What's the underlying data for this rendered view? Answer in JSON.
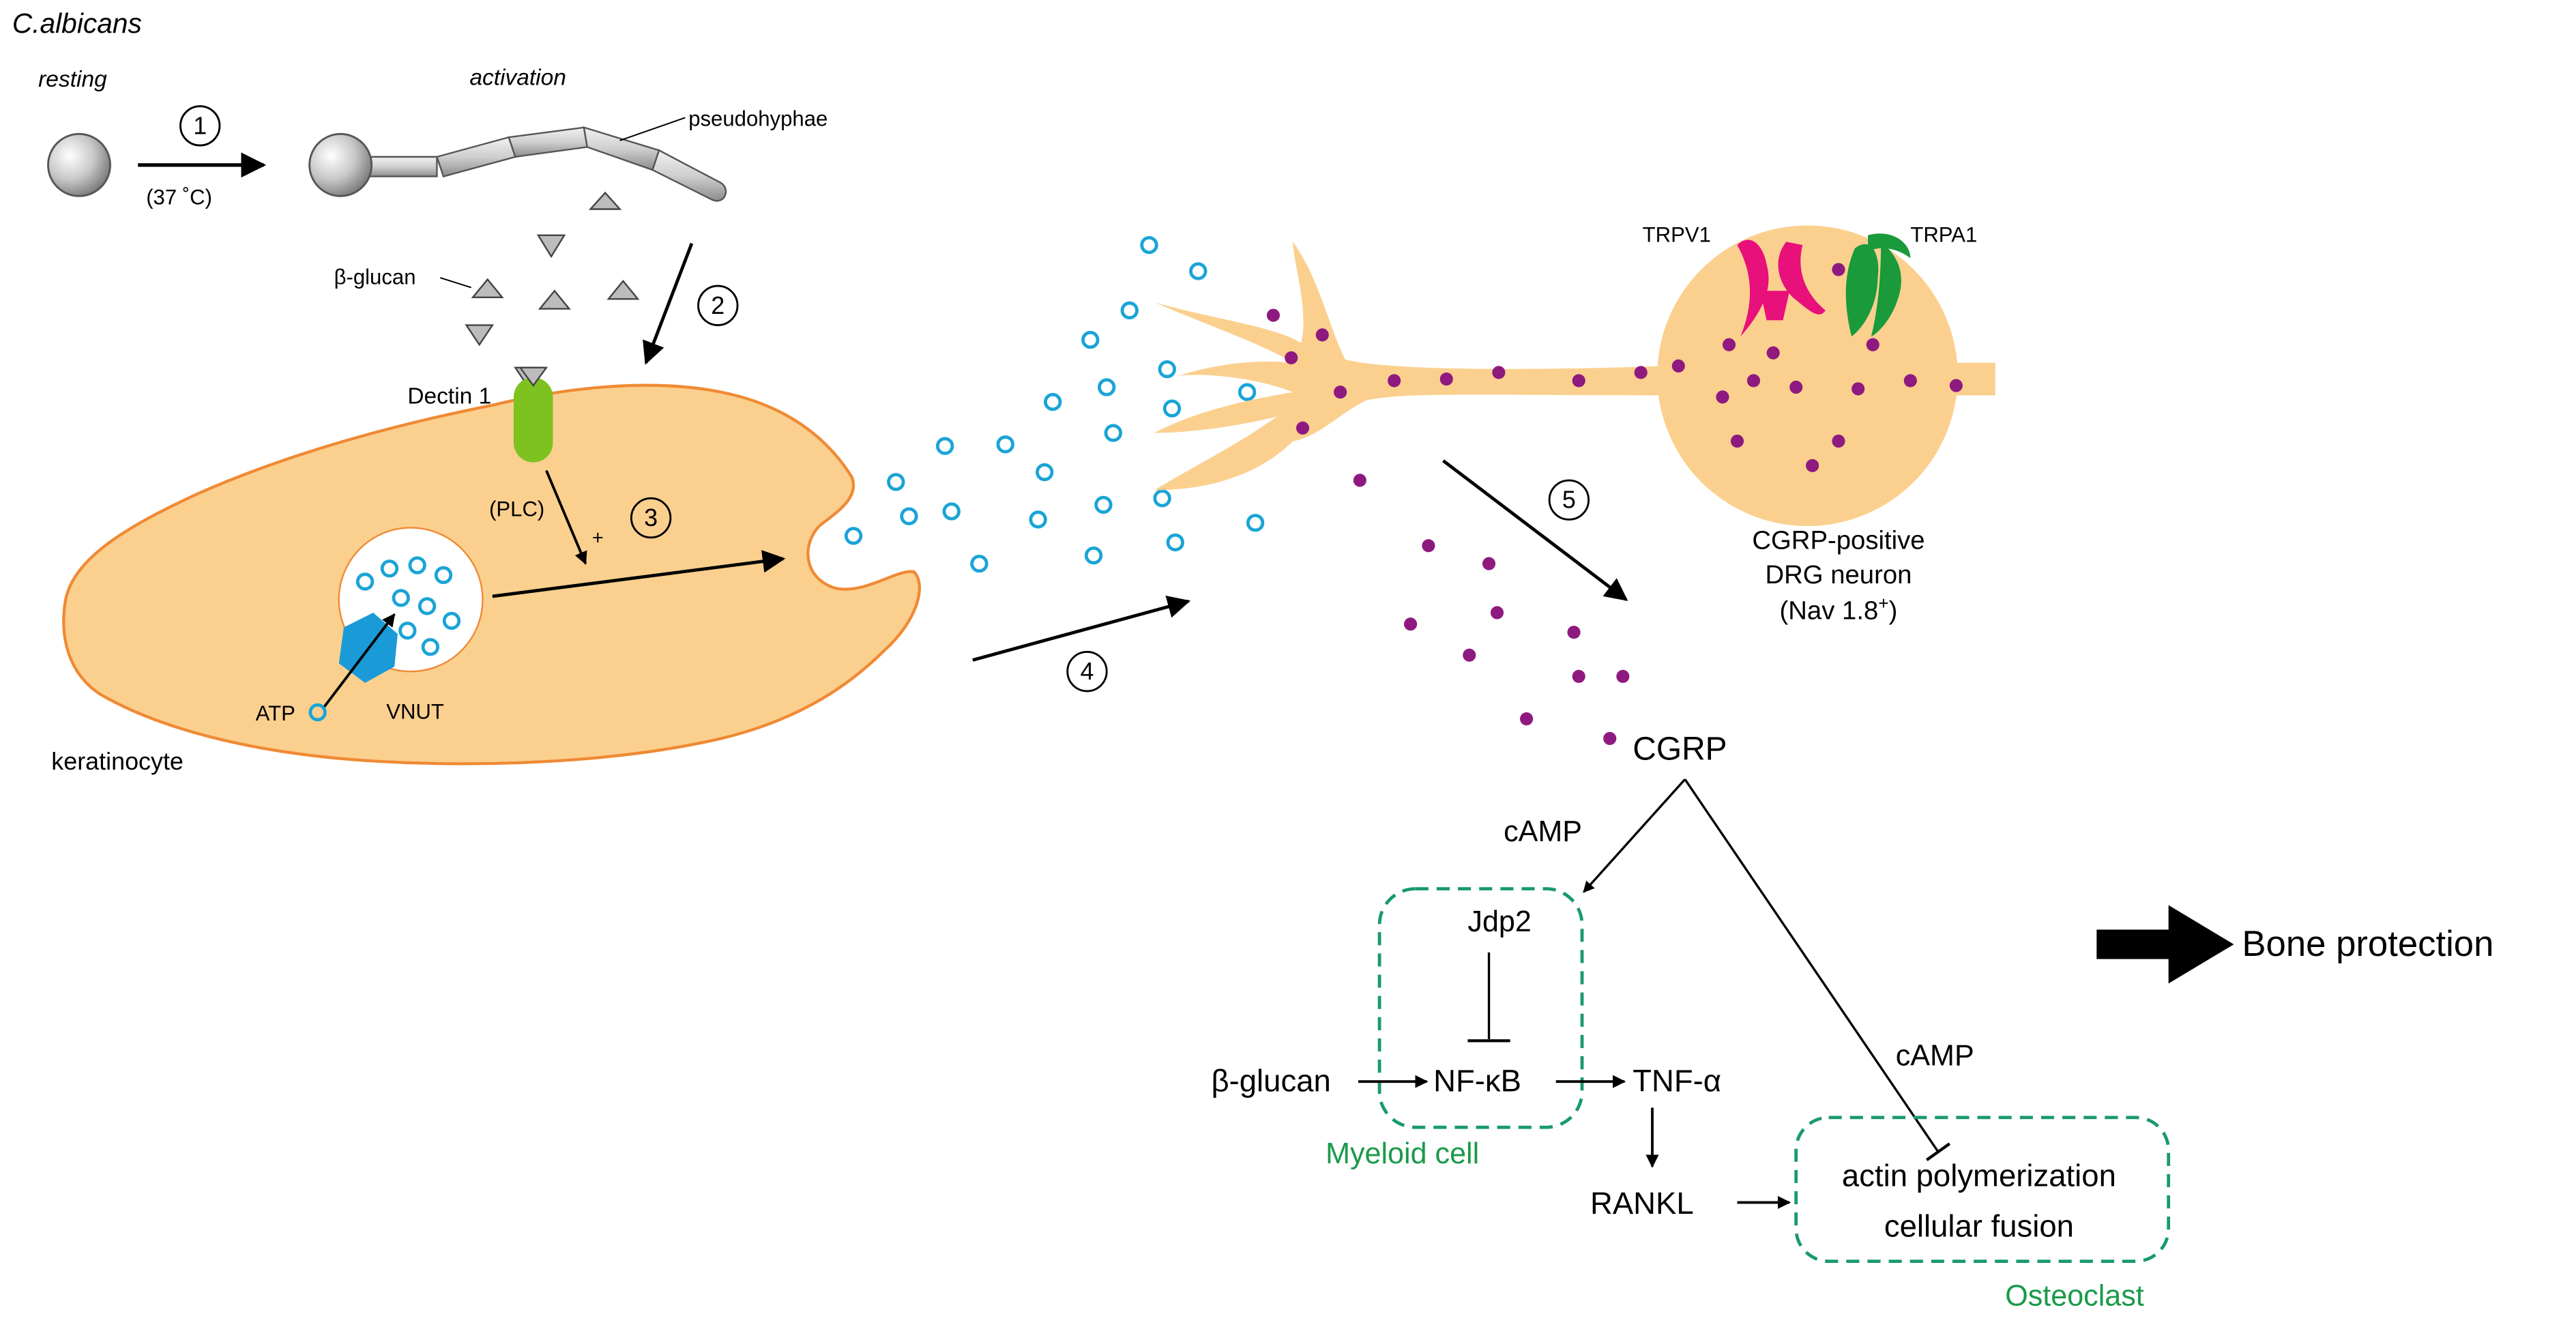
{
  "organism": {
    "name": "C.albicans",
    "stage_resting": "resting",
    "stage_activation": "activation",
    "temperature": "(37 ˚C)",
    "pseudohyphae": "pseudohyphae"
  },
  "steps": {
    "s1": "1",
    "s2": "2",
    "s3": "3",
    "s4": "4",
    "s5": "5"
  },
  "labels": {
    "beta_glucan_top": "β-glucan",
    "dectin": "Dectin 1",
    "plc": "(PLC)",
    "plus": "+",
    "atp": "ATP",
    "vnut": "VNUT",
    "keratinocyte": "keratinocyte",
    "trpv1": "TRPV1",
    "trpa1": "TRPA1",
    "neuron_line1": "CGRP-positive",
    "neuron_line2": "DRG neuron",
    "neuron_line3": "(Nav 1.8",
    "neuron_sup": "+",
    "neuron_close": ")",
    "cgrp": "CGRP",
    "camp_left": "cAMP",
    "camp_right": "cAMP",
    "jdp2": "Jdp2",
    "nfkb": "NF-κB",
    "beta_glucan_bottom": "β-glucan",
    "tnf": "TNF-α",
    "rankl": "RANKL",
    "myeloid": "Myeloid cell",
    "actin": "actin polymerization",
    "fusion": "cellular fusion",
    "osteoclast": "Osteoclast",
    "bone": "Bone protection"
  },
  "colors": {
    "cell_fill": "#fbd08f",
    "cell_stroke": "#ef8a34",
    "atp_vesicle": "#1aa4d6",
    "cgrp_dot": "#8e1a80",
    "dectin": "#7dc21f",
    "vnut": "#1a9ad6",
    "trpv1": "#e8107a",
    "trpa1": "#1a9a3a",
    "box_dash": "#1a9a6a"
  }
}
